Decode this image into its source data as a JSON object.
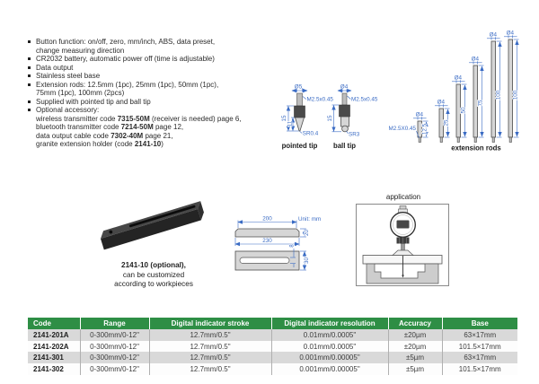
{
  "features": {
    "items": [
      {
        "lines": [
          [
            {
              "t": "Button function: on/off, zero, mm/inch, ABS, data preset,"
            }
          ],
          [
            {
              "t": "change measuring direction"
            }
          ]
        ]
      },
      {
        "lines": [
          [
            {
              "t": "CR2032 battery, automatic power off (time is adjustable)"
            }
          ]
        ]
      },
      {
        "lines": [
          [
            {
              "t": "Data output"
            }
          ]
        ]
      },
      {
        "lines": [
          [
            {
              "t": "Stainless steel base"
            }
          ]
        ]
      },
      {
        "lines": [
          [
            {
              "t": "Extension rods: 12.5mm (1pc), 25mm (1pc), 50mm (1pc),"
            }
          ],
          [
            {
              "t": "75mm (1pc), 100mm (2pcs)"
            }
          ]
        ]
      },
      {
        "lines": [
          [
            {
              "t": "Supplied with pointed tip and ball tip"
            }
          ]
        ]
      },
      {
        "lines": [
          [
            {
              "t": "Optional accessory:"
            }
          ],
          [
            {
              "t": "wireless transmitter code "
            },
            {
              "t": "7315-50M",
              "b": 1
            },
            {
              "t": " (receiver is needed) page 6,"
            }
          ],
          [
            {
              "t": "bluetooth transmitter code "
            },
            {
              "t": "7214-50M",
              "b": 1
            },
            {
              "t": " page 12,"
            }
          ],
          [
            {
              "t": "data output cable code "
            },
            {
              "t": "7302-40M",
              "b": 1
            },
            {
              "t": " page 21,"
            }
          ],
          [
            {
              "t": "granite extension holder (code "
            },
            {
              "t": "2141-10",
              "b": 1
            },
            {
              "t": ")"
            }
          ]
        ]
      }
    ]
  },
  "tips": {
    "pointed": {
      "dia": "Ø5",
      "thread": "M2.5x0.45",
      "dim_total": "15",
      "dim_cone": "11",
      "tip_radius": "SR0.4",
      "caption": "pointed tip"
    },
    "ball": {
      "dia": "Ø4",
      "thread": "M2.5x0.45",
      "dim_total": "15",
      "tip_radius": "SR3",
      "caption": "ball tip"
    }
  },
  "rods": {
    "thread": "M2.5X0.45",
    "caption": "extension rods",
    "items": [
      {
        "dia": "Ø4",
        "len": "12.5"
      },
      {
        "dia": "Ø4",
        "len": "25"
      },
      {
        "dia": "Ø4",
        "len": "50"
      },
      {
        "dia": "Ø4",
        "len": "75"
      },
      {
        "dia": "Ø4",
        "len": "100"
      },
      {
        "dia": "Ø4",
        "len": "100"
      }
    ]
  },
  "granite": {
    "caption_line1": "2141-10 (optional),",
    "caption_line2": "can be customized",
    "caption_line3": "according to workpieces"
  },
  "dims": {
    "unit": "Unit: mm",
    "top_length": "200",
    "overall_length": "230",
    "thickness": "20",
    "slot_width": "8",
    "width": "30"
  },
  "application": {
    "caption": "application"
  },
  "table": {
    "headers": [
      "Code",
      "Range",
      "Digital indicator stroke",
      "Digital indicator resolution",
      "Accuracy",
      "Base"
    ],
    "rows": [
      [
        "2141-201A",
        "0-300mm/0-12\"",
        "12.7mm/0.5\"",
        "0.01mm/0.0005\"",
        "±20µm",
        "63×17mm"
      ],
      [
        "2141-202A",
        "0-300mm/0-12\"",
        "12.7mm/0.5\"",
        "0.01mm/0.0005\"",
        "±20µm",
        "101.5×17mm"
      ],
      [
        "2141-301",
        "0-300mm/0-12\"",
        "12.7mm/0.5\"",
        "0.001mm/0.00005\"",
        "±5µm",
        "63×17mm"
      ],
      [
        "2141-302",
        "0-300mm/0-12\"",
        "12.7mm/0.5\"",
        "0.001mm/0.00005\"",
        "±5µm",
        "101.5×17mm"
      ]
    ]
  },
  "colors": {
    "header_green": "#2e8e45",
    "row_gray": "#d9d9d9",
    "dim_blue": "#3a6bc4"
  }
}
